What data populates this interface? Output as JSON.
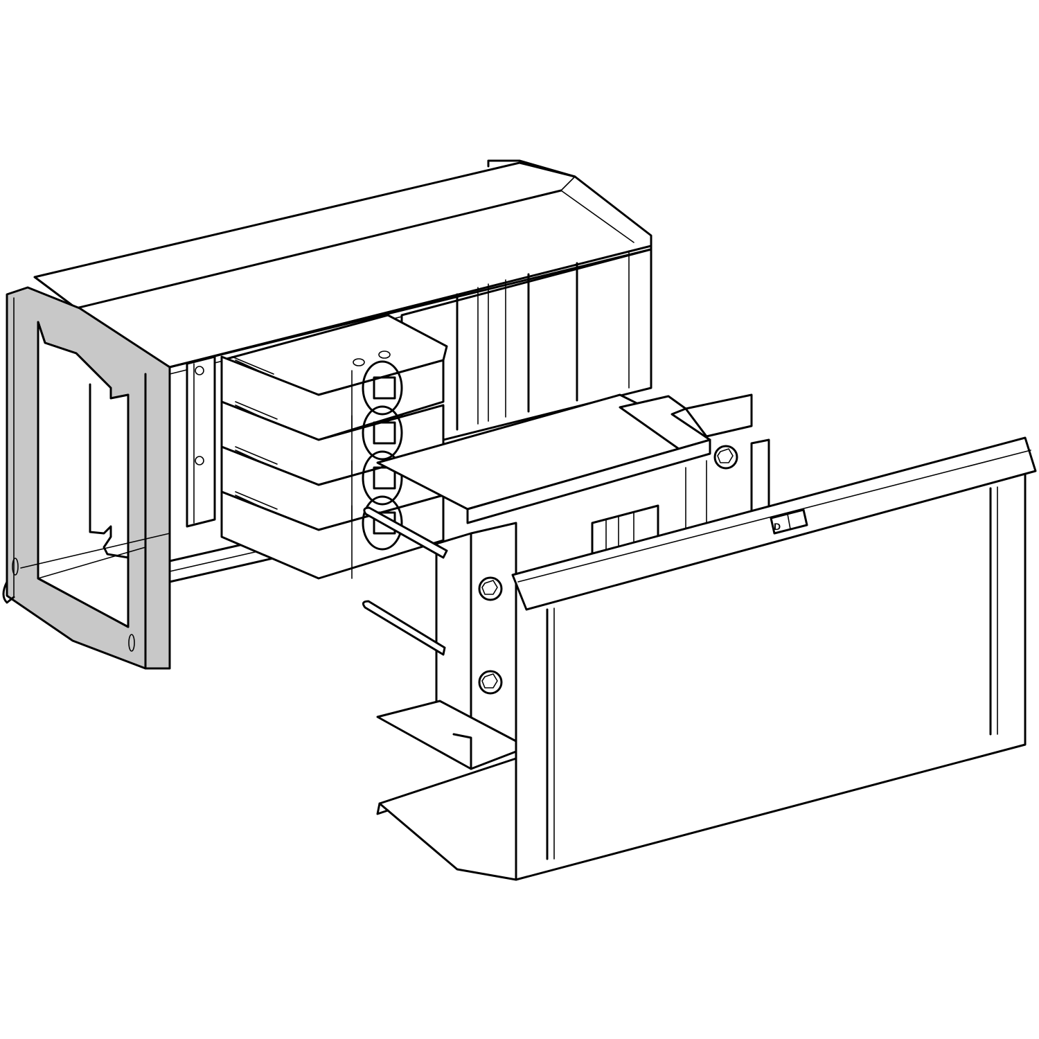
{
  "figure": {
    "description": "Isometric line drawing of a busbar trunking end feed unit with cover plate, terminal block, and mounting tray",
    "colors": {
      "line": "#000000",
      "background": "#ffffff",
      "end_frame_fill": "#c8c8c8"
    },
    "label_tag": {
      "visible_glyph": "D"
    }
  },
  "parts": [
    {
      "id": "housing",
      "name": "Rear housing / trunking section"
    },
    {
      "id": "end-frame",
      "name": "Grey end frame (flange)"
    },
    {
      "id": "terminal-block",
      "name": "4-pole terminal block with bolts"
    },
    {
      "id": "connector-box",
      "name": "Connector box with cover"
    },
    {
      "id": "bracket",
      "name": "Mounting bracket with two hex bolts"
    },
    {
      "id": "front-cover",
      "name": "Front cover plate with label"
    },
    {
      "id": "bottom-tray",
      "name": "Bottom tray"
    },
    {
      "id": "rods",
      "name": "Guide rods"
    }
  ]
}
